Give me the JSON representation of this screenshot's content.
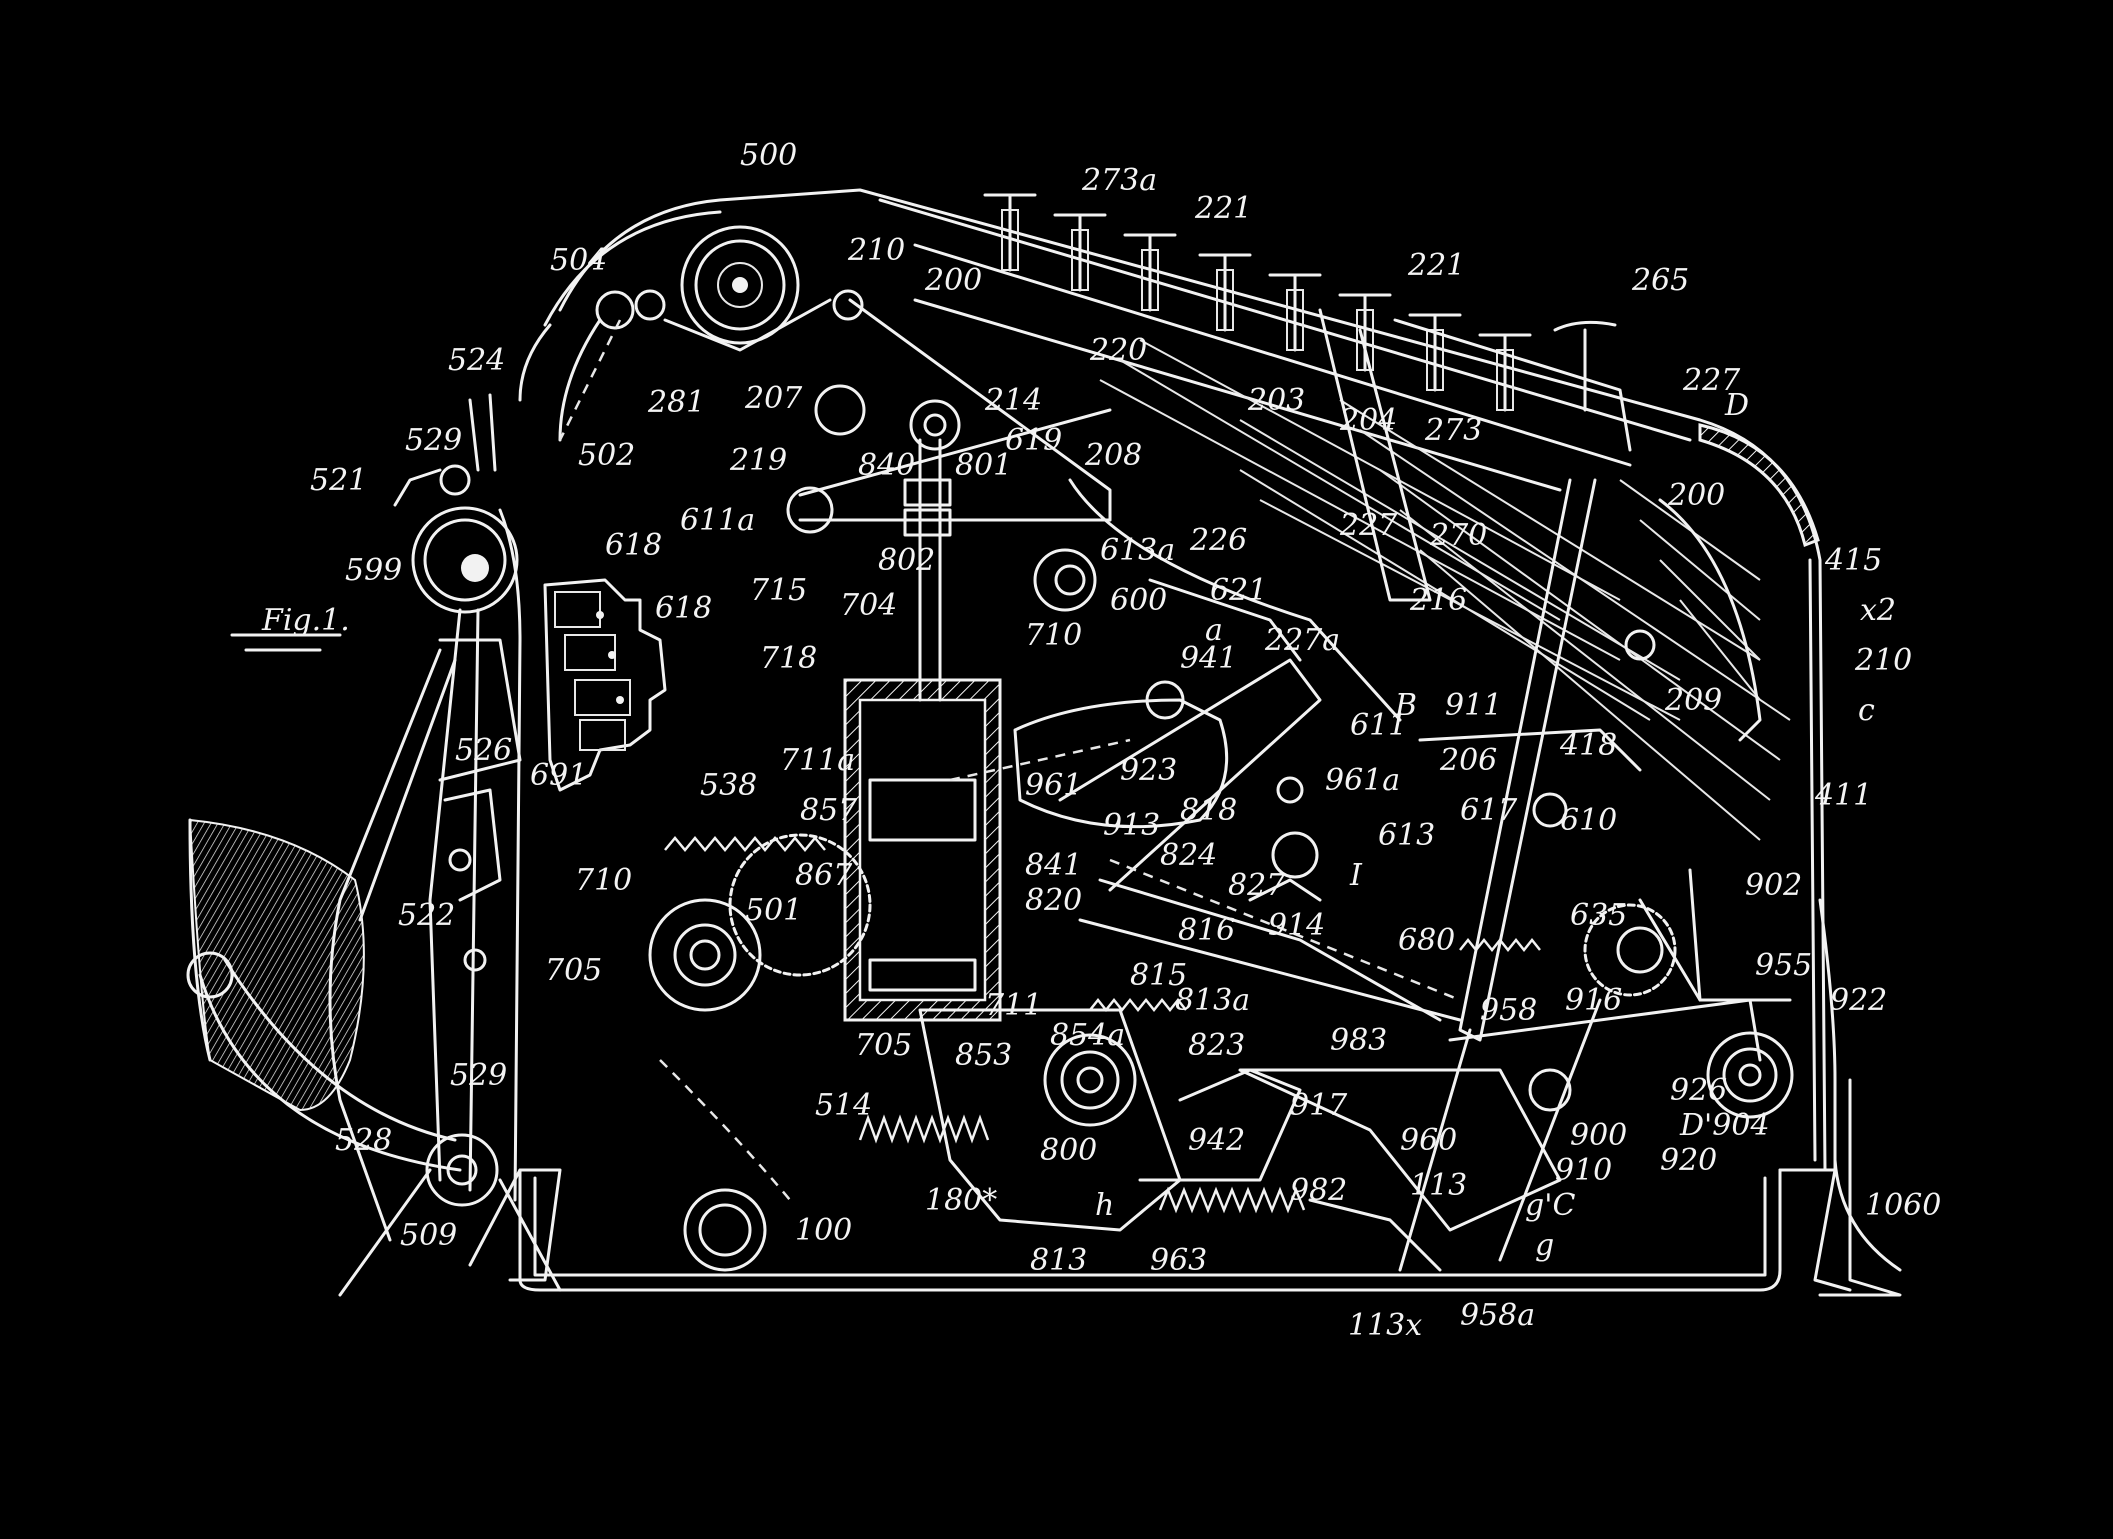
{
  "figure": {
    "title": "Fig.1."
  },
  "labels": [
    "500",
    "273a",
    "221",
    "221",
    "265",
    "504",
    "210",
    "200",
    "220",
    "227",
    "D",
    "524",
    "281",
    "207",
    "214",
    "203",
    "204",
    "273",
    "529",
    "502",
    "219",
    "840",
    "801",
    "619",
    "208",
    "200",
    "521",
    "611a",
    "613a",
    "226",
    "227",
    "270",
    "415",
    "599",
    "618",
    "618",
    "715",
    "802",
    "600",
    "621",
    "216",
    "x2",
    "704",
    "718",
    "710",
    "a",
    "227a",
    "210",
    "941",
    "B",
    "911",
    "c",
    "526",
    "711a",
    "209",
    "418",
    "538",
    "857",
    "923",
    "611",
    "206",
    "961",
    "961a",
    "617",
    "411",
    "691",
    "913",
    "818",
    "613",
    "610",
    "I",
    "902",
    "824",
    "841",
    "867",
    "820",
    "827",
    "522",
    "710",
    "501",
    "680",
    "635",
    "816",
    "914",
    "955",
    "705",
    "815",
    "813a",
    "958",
    "916",
    "922",
    "711",
    "705",
    "853",
    "854a",
    "823",
    "983",
    "529",
    "514",
    "800",
    "926",
    "D'904",
    "917",
    "960",
    "900",
    "920",
    "942",
    "528",
    "180*",
    "h",
    "982",
    "113",
    "910",
    "g'C",
    "1060",
    "100",
    "509",
    "813",
    "963",
    "g",
    "113x",
    "958a"
  ],
  "colors": {
    "background": "#000000",
    "ink": "#f2f2f2"
  }
}
